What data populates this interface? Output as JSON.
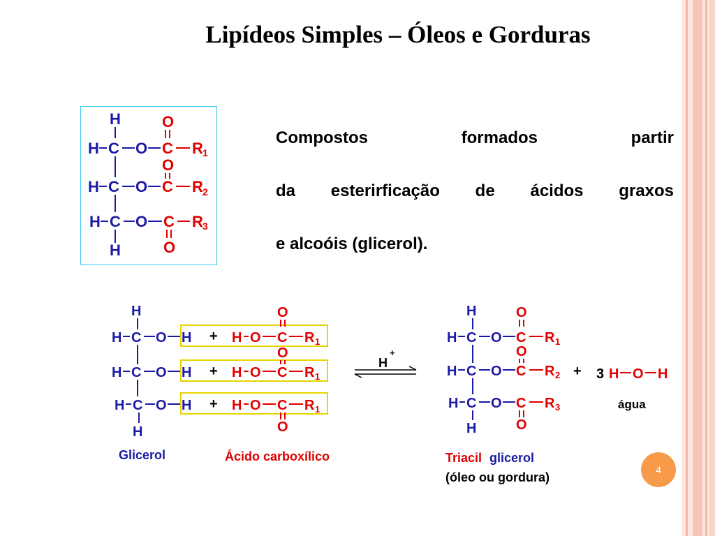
{
  "slide": {
    "title": "Lipídeos Simples – Óleos e Gorduras",
    "description": {
      "line1": "Compostos formados  partir",
      "line2": "da esterirficação de ácidos graxos",
      "line3": "e alcoóis (glicerol)."
    },
    "page_number": "4"
  },
  "top_structure": {
    "atoms": {
      "H": "H",
      "C": "C",
      "O": "O",
      "R": "R"
    },
    "subscripts": [
      "1",
      "2",
      "3"
    ]
  },
  "reaction": {
    "plus": "+",
    "catalyst": "H",
    "catalyst_sup": "+",
    "glycerol_label": "Glicerol",
    "acid_label": "Ácido carboxílico",
    "product_label_a": "Triacil",
    "product_label_b": "glicerol",
    "product_sub_label": "(óleo ou gordura)",
    "water_coefficient": "3",
    "water_label": "água"
  },
  "colors": {
    "blue": "#1a1aa6",
    "red": "#e00000",
    "highlight_border": "#e6d400",
    "frame_border": "#35c8f0",
    "accent": "#f79a4a"
  }
}
